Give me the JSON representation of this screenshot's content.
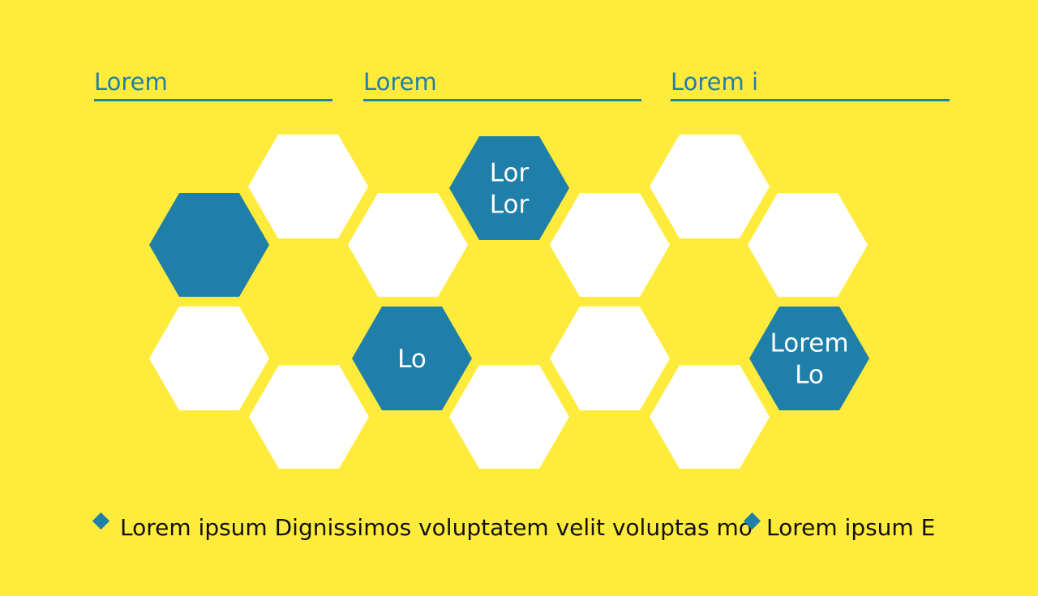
{
  "colors": {
    "background": "#FFEB3B",
    "accent": "#1F7FA8",
    "hex_light": "#FFFFFF",
    "text": "#111111"
  },
  "headings": [
    "Lorem",
    "Lorem",
    "Lorem i"
  ],
  "hexagons": [
    {
      "filled": true,
      "label": []
    },
    {
      "filled": false,
      "label": []
    },
    {
      "filled": false,
      "label": []
    },
    {
      "filled": false,
      "label": []
    },
    {
      "filled": false,
      "label": []
    },
    {
      "filled": true,
      "label": [
        "Lor",
        "Lor"
      ]
    },
    {
      "filled": true,
      "label": [
        "Lo"
      ]
    },
    {
      "filled": false,
      "label": []
    },
    {
      "filled": false,
      "label": []
    },
    {
      "filled": false,
      "label": []
    },
    {
      "filled": false,
      "label": []
    },
    {
      "filled": false,
      "label": []
    },
    {
      "filled": false,
      "label": []
    },
    {
      "filled": true,
      "label": [
        "Lorem",
        "Lo"
      ]
    }
  ],
  "bullets": [
    {
      "icon": "diamond-icon",
      "text": "Lorem ipsum Dignissimos voluptatem velit voluptas mo"
    },
    {
      "icon": "diamond-icon",
      "text": "Lorem ipsum E"
    }
  ]
}
